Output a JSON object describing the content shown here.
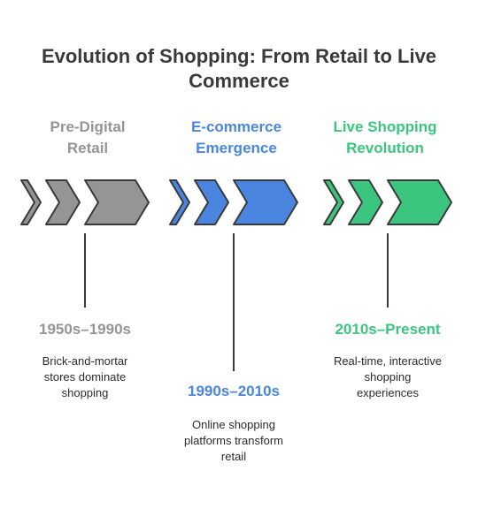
{
  "title": {
    "line1": "Evolution of Shopping: From Retail to Live",
    "line2": "Commerce"
  },
  "stages": [
    {
      "title_line1": "Pre-Digital",
      "title_line2": "Retail",
      "period": "1950s–1990s",
      "desc_lines": [
        "Brick-and-mortar",
        "stores dominate",
        "shopping"
      ],
      "color": "#959595",
      "stroke": "#3a3a3a"
    },
    {
      "title_line1": "E-commerce",
      "title_line2": "Emergence",
      "period": "1990s–2010s",
      "desc_lines": [
        "Online shopping",
        "platforms transform",
        "retail"
      ],
      "color": "#4a86e0",
      "stroke": "#3a3a3a"
    },
    {
      "title_line1": "Live Shopping",
      "title_line2": "Revolution",
      "period": "2010s–Present",
      "desc_lines": [
        "Real-time, interactive",
        "shopping",
        "experiences"
      ],
      "color": "#3cc57f",
      "stroke": "#3a3a3a"
    }
  ]
}
